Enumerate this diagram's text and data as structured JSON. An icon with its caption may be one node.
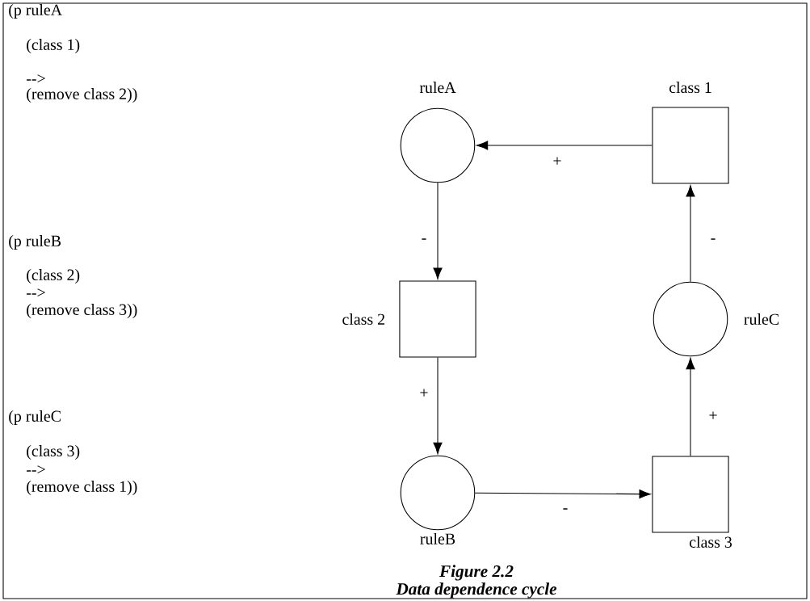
{
  "diagram": {
    "title": "Figure 2.2",
    "caption": "Data dependence cycle",
    "nodes": [
      {
        "text": [
          "ruleA"
        ]
      },
      {
        "text": [
          "class 1"
        ]
      },
      {
        "text": [
          "class 2"
        ]
      },
      {
        "text": [
          "ruleC"
        ]
      },
      {
        "text": [
          "ruleB"
        ]
      },
      {
        "text": [
          "class 3"
        ]
      }
    ],
    "edges": [
      {
        "from": 1,
        "to": 0,
        "arrow": "to",
        "label": "+"
      },
      {
        "from": 0,
        "to": 2,
        "arrow": "to",
        "label": "-"
      },
      {
        "from": 2,
        "to": 4,
        "arrow": "to",
        "label": "+"
      },
      {
        "from": 4,
        "to": 5,
        "arrow": "to",
        "label": "-"
      },
      {
        "from": 5,
        "to": 3,
        "arrow": "to",
        "label": "+"
      },
      {
        "from": 3,
        "to": 1,
        "arrow": "to",
        "label": "-"
      }
    ],
    "labels": [
      "(p ruleA",
      "(class 1)",
      "-->",
      "(remove class 2))",
      "(p ruleB",
      "(class 2)",
      "-->",
      "(remove class 3))",
      "(p ruleC",
      "(class 3)",
      "-->",
      "(remove class 1))"
    ]
  }
}
